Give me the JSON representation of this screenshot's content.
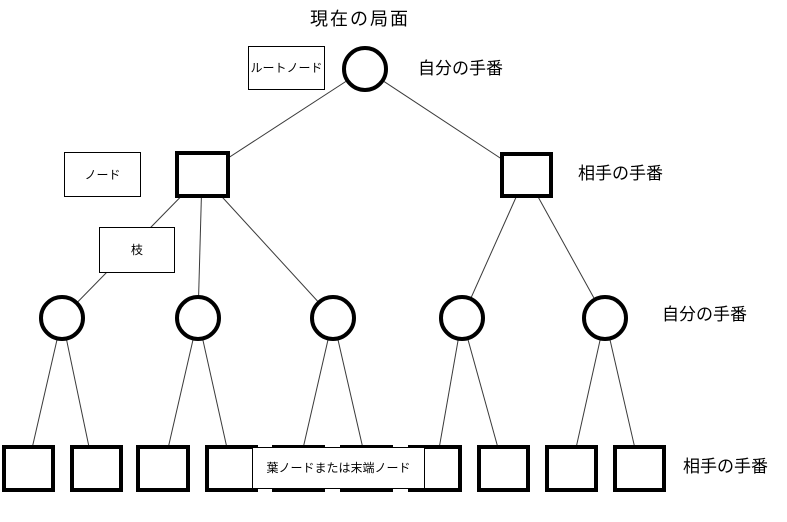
{
  "diagram": {
    "title": "現在の局面",
    "callouts": {
      "root_node": "ルートノード",
      "node": "ノード",
      "branch": "枝",
      "leaf": "葉ノードまたは末端ノード"
    },
    "turn_labels": {
      "level1": "自分の手番",
      "level2": "相手の手番",
      "level3": "自分の手番",
      "level4": "相手の手番"
    },
    "colors": {
      "node_border": "#000000",
      "edge": "#3a3a3a",
      "background": "#ffffff"
    },
    "structure": {
      "root_shape": "circle",
      "level2_shape": "square",
      "level2_count": 2,
      "level3_shape": "circle",
      "level3_count": 5,
      "level4_shape": "square",
      "level4_count": 10
    }
  }
}
